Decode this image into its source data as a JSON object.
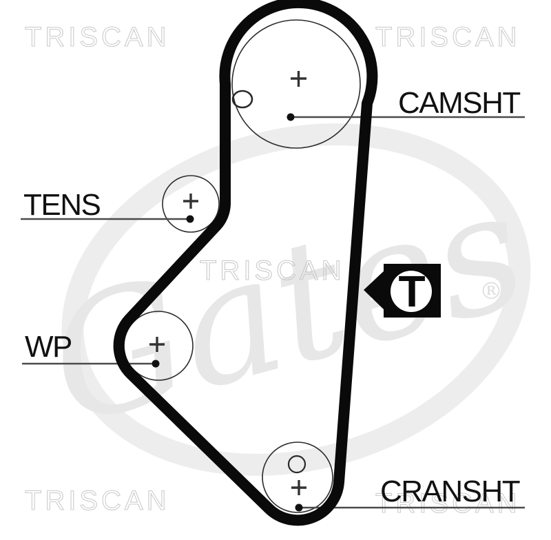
{
  "diagram": {
    "title": "timing-belt-routing-diagram",
    "labels": {
      "camshaft": "CAMSHT",
      "tensioner": "TENS",
      "water_pump": "WP",
      "crankshaft": "CRANSHT"
    },
    "marker": {
      "letter": "T"
    },
    "watermarks": {
      "brand": "TRISCAN",
      "logo": "Gates",
      "registered": "®"
    },
    "colors": {
      "background": "#ffffff",
      "belt": "#0a0a0a",
      "pulley_outline": "#2a2a2a",
      "leader_line": "#4a4a4a",
      "label_text": "#111111",
      "marker_fill": "#0a0a0a",
      "watermark_outline": "#c9c9c9",
      "logo_gray": "#e7e7e7"
    }
  }
}
